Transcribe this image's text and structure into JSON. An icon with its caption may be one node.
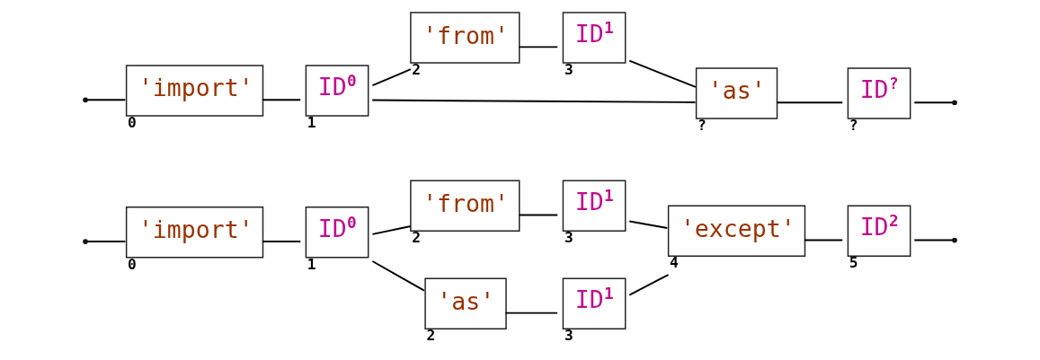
{
  "diagram": {
    "nodes": [
      {
        "text": [
          "'import'"
        ],
        "beside": [
          "0"
        ]
      },
      {
        "text": [
          "ID",
          "0"
        ],
        "beside": [
          "1"
        ]
      },
      {
        "text": [
          "'from'"
        ],
        "beside": [
          "2"
        ]
      },
      {
        "text": [
          "ID",
          "1"
        ],
        "beside": [
          "3"
        ]
      },
      {
        "text": [
          "'as'"
        ],
        "beside": [
          "2"
        ]
      },
      {
        "text": [
          "ID",
          "1"
        ],
        "beside": [
          "3"
        ]
      },
      {
        "text": [
          "'except'"
        ],
        "beside": [
          "4"
        ]
      },
      {
        "text": [
          "ID",
          "2"
        ],
        "beside": [
          "5"
        ]
      },
      {
        "text": [
          "'import'"
        ],
        "beside": [
          "0"
        ]
      },
      {
        "text": [
          "ID",
          "0"
        ],
        "beside": [
          "1"
        ]
      },
      {
        "text": [
          "'from'"
        ],
        "beside": [
          "2"
        ]
      },
      {
        "text": [
          "ID",
          "1"
        ],
        "beside": [
          "3"
        ]
      },
      {
        "text": [
          "'as'"
        ],
        "beside": [
          "?"
        ]
      },
      {
        "text": [
          "ID",
          "?"
        ],
        "beside": [
          "?"
        ]
      }
    ],
    "edges": [
      {
        "from": null,
        "to": 0,
        "arrow": "none"
      },
      {
        "from": 0,
        "to": 1,
        "arrow": "none"
      },
      {
        "from": 1,
        "to": 2,
        "arrow": "none"
      },
      {
        "from": 1,
        "to": 4,
        "arrow": "none"
      },
      {
        "from": 2,
        "to": 3,
        "arrow": "none"
      },
      {
        "from": 4,
        "to": 5,
        "arrow": "none"
      },
      {
        "from": 3,
        "to": 6,
        "arrow": "none"
      },
      {
        "from": 5,
        "to": 6,
        "arrow": "none"
      },
      {
        "from": 6,
        "to": 7,
        "arrow": "none"
      },
      {
        "from": 7,
        "to": null,
        "arrow": "none"
      },
      {
        "from": null,
        "to": 8,
        "arrow": "none"
      },
      {
        "from": 8,
        "to": 9,
        "arrow": "none"
      },
      {
        "from": 9,
        "to": 12,
        "arrow": "none"
      },
      {
        "from": 9,
        "to": 10,
        "arrow": "none"
      },
      {
        "from": 10,
        "to": 11,
        "arrow": "none"
      },
      {
        "from": 11,
        "to": 12,
        "arrow": "none"
      },
      {
        "from": 12,
        "to": 13,
        "arrow": "none"
      },
      {
        "from": 13,
        "to": null,
        "arrow": "none"
      }
    ]
  }
}
